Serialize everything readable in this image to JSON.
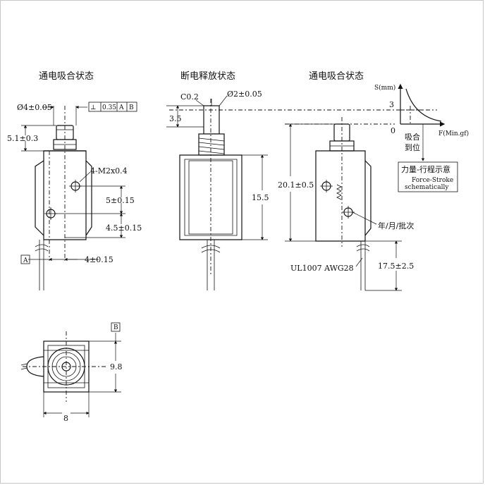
{
  "views": {
    "energized_left": "通电吸合状态",
    "released_middle": "断电释放状态",
    "energized_right": "通电吸合状态"
  },
  "left_view": {
    "dia_plunger": "Ø4±0.05",
    "tolerance_box": [
      "⊥",
      "0.35",
      "A",
      "B"
    ],
    "height_top": "5.1±0.3",
    "thread": "4-M2x0.4",
    "hole_spacing_1": "5±0.15",
    "hole_spacing_2": "4.5±0.15",
    "hole_offset": "4±0.15",
    "datum_a": "A"
  },
  "middle_view": {
    "chamfer": "C0.2",
    "dia_pin": "Ø2±0.05",
    "stroke": "3.5",
    "body_height": "15.5"
  },
  "right_view": {
    "total_height": "20.1±0.5",
    "date_code": "年/月/批次",
    "wire_spec": "UL1007  AWG28",
    "lead_length": "17.5±2.5"
  },
  "graph": {
    "y_axis": "S(mm)",
    "y_tick": "3",
    "x_origin": "0",
    "x_axis": "F(Min.gf)",
    "absorb_label_1": "吸合",
    "absorb_label_2": "到位",
    "legend_cn": "力量-行程示意",
    "legend_en_1": "Force-Stroke",
    "legend_en_2": "schematically"
  },
  "bottom_view": {
    "datum_b": "B",
    "height": "9.8",
    "width": "8"
  }
}
